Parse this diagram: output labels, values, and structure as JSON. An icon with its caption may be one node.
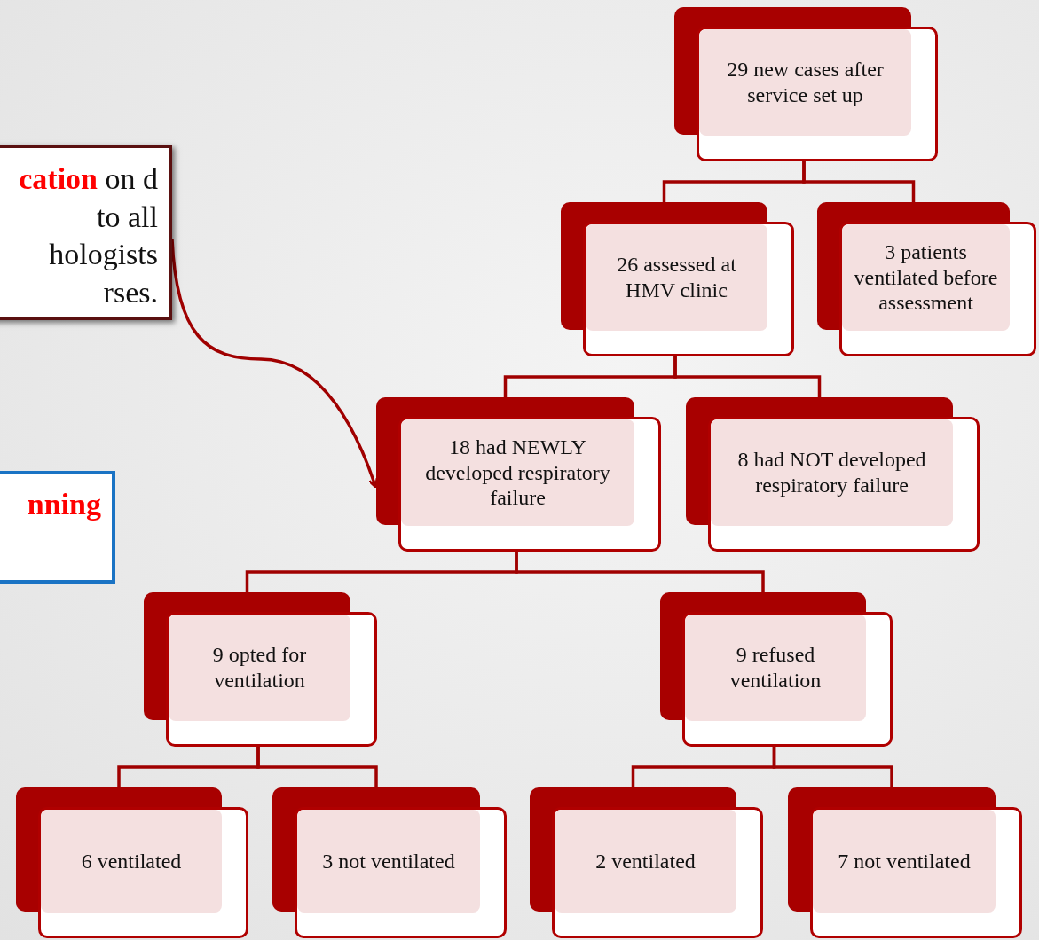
{
  "diagram": {
    "nodes": [
      {
        "text": [
          "**cation** on d to all hologists rses."
        ]
      },
      {
        "text": [
          "nning"
        ]
      },
      {
        "text": [
          "29 new cases after service set up"
        ]
      },
      {
        "text": [
          "26 assessed at HMV clinic"
        ]
      },
      {
        "text": [
          "3 patients ventilated before assessment"
        ]
      },
      {
        "text": [
          "18 had NEWLY developed respiratory failure"
        ]
      },
      {
        "text": [
          "8 had NOT developed respiratory failure"
        ]
      },
      {
        "text": [
          "9 opted for ventilation"
        ]
      },
      {
        "text": [
          "9 refused ventilation"
        ]
      },
      {
        "text": [
          "6 ventilated"
        ]
      },
      {
        "text": [
          "3 not ventilated"
        ]
      },
      {
        "text": [
          "2 ventilated"
        ]
      },
      {
        "text": [
          "7 not ventilated"
        ]
      }
    ],
    "edges": [
      {
        "from": 0,
        "to": 5,
        "arrow": "to"
      },
      {
        "from": 2,
        "to": 3,
        "arrow": "none"
      },
      {
        "from": 2,
        "to": 4,
        "arrow": "none"
      },
      {
        "from": 3,
        "to": 5,
        "arrow": "none"
      },
      {
        "from": 3,
        "to": 6,
        "arrow": "none"
      },
      {
        "from": 5,
        "to": 7,
        "arrow": "none"
      },
      {
        "from": 5,
        "to": 8,
        "arrow": "none"
      },
      {
        "from": 7,
        "to": 9,
        "arrow": "none"
      },
      {
        "from": 7,
        "to": 10,
        "arrow": "none"
      },
      {
        "from": 8,
        "to": 11,
        "arrow": "none"
      },
      {
        "from": 8,
        "to": 12,
        "arrow": "none"
      }
    ]
  }
}
